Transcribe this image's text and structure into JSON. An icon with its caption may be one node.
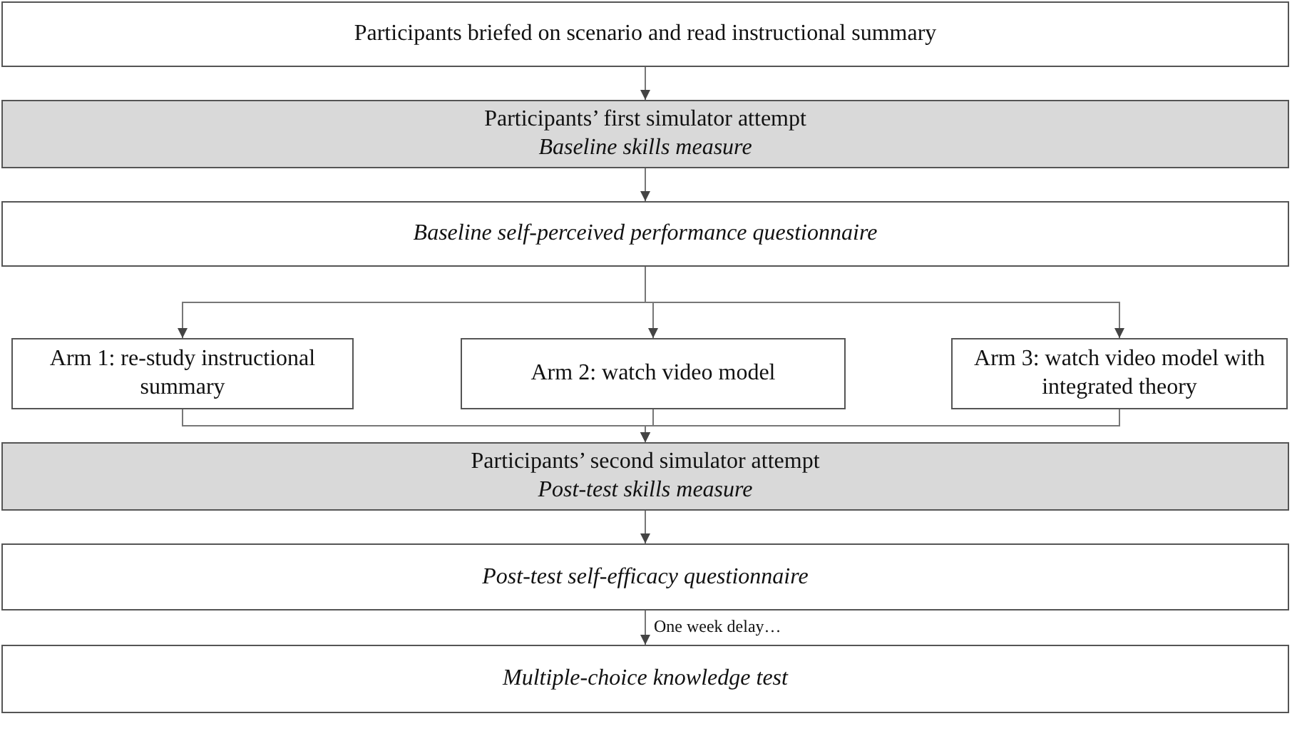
{
  "diagram": {
    "nodes": [
      {
        "text": [
          "Participants briefed on scenario and read instructional summary"
        ]
      },
      {
        "text": [
          "Participants’ first simulator attempt",
          "Baseline skills measure"
        ]
      },
      {
        "text": [
          "Baseline self-perceived performance questionnaire"
        ]
      },
      {
        "text": [
          "Arm 1: re-study instructional summary"
        ]
      },
      {
        "text": [
          "Arm 2: watch video model"
        ]
      },
      {
        "text": [
          "Arm 3: watch video model with integrated theory"
        ]
      },
      {
        "text": [
          "Participants’ second simulator attempt",
          "Post-test skills measure"
        ]
      },
      {
        "text": [
          "Post-test self-efficacy questionnaire"
        ]
      },
      {
        "text": [
          "Multiple-choice knowledge test"
        ]
      }
    ],
    "edges": [
      {
        "from": 0,
        "to": 1,
        "arrow": "to"
      },
      {
        "from": 1,
        "to": 2,
        "arrow": "to"
      },
      {
        "from": 2,
        "to": 3,
        "arrow": "to"
      },
      {
        "from": 2,
        "to": 4,
        "arrow": "to"
      },
      {
        "from": 2,
        "to": 5,
        "arrow": "to"
      },
      {
        "from": 3,
        "to": 6,
        "arrow": "to"
      },
      {
        "from": 4,
        "to": 6,
        "arrow": "to"
      },
      {
        "from": 5,
        "to": 6,
        "arrow": "to"
      },
      {
        "from": 6,
        "to": 7,
        "arrow": "to"
      },
      {
        "from": 7,
        "to": 8,
        "arrow": "to",
        "label": "One week delay…"
      }
    ]
  }
}
